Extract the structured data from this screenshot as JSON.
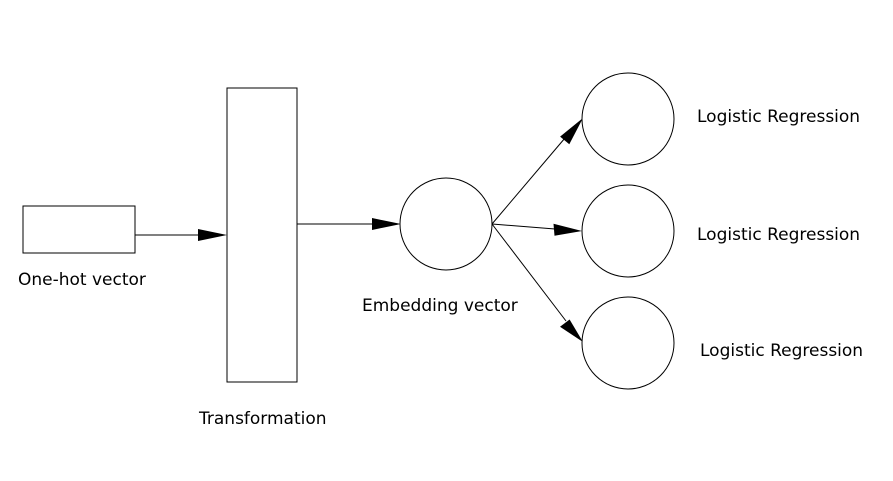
{
  "labels": {
    "one_hot": "One-hot vector",
    "transformation": "Transformation",
    "embedding": "Embedding vector",
    "logistic_1": "Logistic Regression",
    "logistic_2": "Logistic Regression",
    "logistic_3": "Logistic Regression"
  },
  "colors": {
    "stroke": "#000000",
    "background": "#ffffff"
  }
}
